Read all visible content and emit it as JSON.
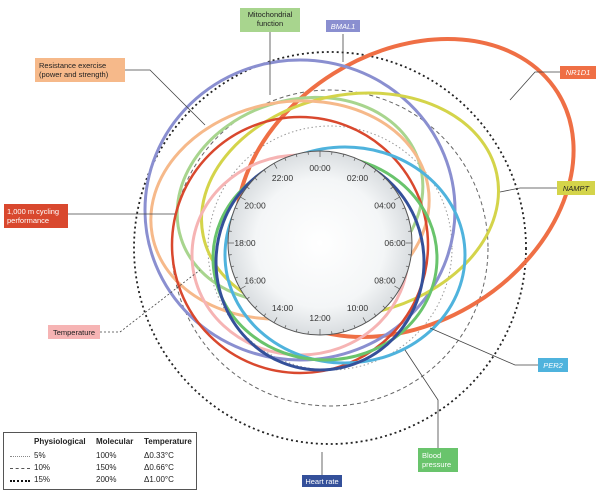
{
  "hours": [
    "00:00",
    "02:00",
    "04:00",
    "06:00",
    "08:00",
    "10:00",
    "12:00",
    "14:00",
    "16:00",
    "18:00",
    "20:00",
    "22:00"
  ],
  "labels": {
    "mito": "Mitochondrial\nfunction",
    "bmal1": "BMAL1",
    "resistance": "Resistance exercise\n(power and strength)",
    "nr1d1": "NR1D1",
    "nampt": "NAMPT",
    "cycling": "1,000 m cycling\nperformance",
    "temperature": "Temperature",
    "per2": "PER2",
    "blood": "Blood\npressure",
    "heart": "Heart rate"
  },
  "colors": {
    "mito": "#a8d58e",
    "bmal1": "#8a8fd0",
    "resistance": "#f6b98a",
    "nr1d1": "#ef6f45",
    "nampt": "#d4d44a",
    "cycling": "#d9482e",
    "temperature": "#f6b4b4",
    "per2": "#4fb3dd",
    "blood": "#69c46c",
    "heart": "#34509a",
    "dial": "#cfd3d6"
  },
  "legend": {
    "headers": [
      "Physiological",
      "Molecular",
      "Temperature"
    ],
    "rows": [
      {
        "style": "dotted",
        "physio": "5%",
        "molecular": "100%",
        "temperature": "Δ0.33°C"
      },
      {
        "style": "dashed",
        "physio": "10%",
        "molecular": "150%",
        "temperature": "Δ0.66°C"
      },
      {
        "style": "heavy-dotted",
        "physio": "15%",
        "molecular": "200%",
        "temperature": "Δ1.00°C"
      }
    ]
  }
}
